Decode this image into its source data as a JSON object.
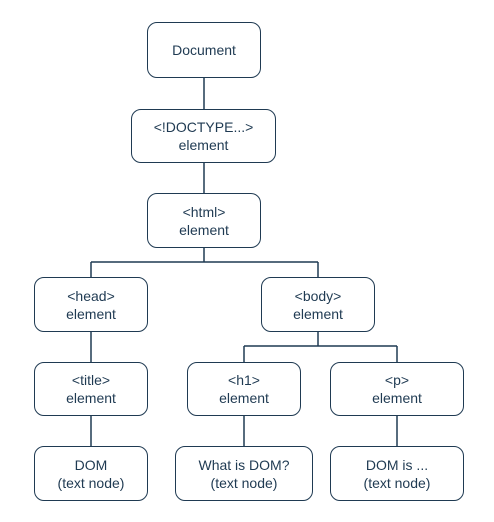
{
  "diagram": {
    "nodes": {
      "document": {
        "lines": [
          "Document"
        ]
      },
      "doctype": {
        "lines": [
          "<!DOCTYPE...>",
          "element"
        ]
      },
      "html": {
        "lines": [
          "<html>",
          "element"
        ]
      },
      "head": {
        "lines": [
          "<head>",
          "element"
        ]
      },
      "body": {
        "lines": [
          "<body>",
          "element"
        ]
      },
      "title": {
        "lines": [
          "<title>",
          "element"
        ]
      },
      "h1": {
        "lines": [
          "<h1>",
          "element"
        ]
      },
      "p": {
        "lines": [
          "<p>",
          "element"
        ]
      },
      "title_text": {
        "lines": [
          "DOM",
          "(text node)"
        ]
      },
      "h1_text": {
        "lines": [
          "What is DOM?",
          "(text node)"
        ]
      },
      "p_text": {
        "lines": [
          "DOM is ...",
          "(text node)"
        ]
      }
    },
    "edges": [
      [
        "document",
        "doctype"
      ],
      [
        "doctype",
        "html"
      ],
      [
        "html",
        "head"
      ],
      [
        "html",
        "body"
      ],
      [
        "head",
        "title"
      ],
      [
        "body",
        "h1"
      ],
      [
        "body",
        "p"
      ],
      [
        "title",
        "title_text"
      ],
      [
        "h1",
        "h1_text"
      ],
      [
        "p",
        "p_text"
      ]
    ],
    "colors": {
      "stroke": "#1f3a52",
      "text": "#1f3a52",
      "background": "#ffffff"
    }
  }
}
